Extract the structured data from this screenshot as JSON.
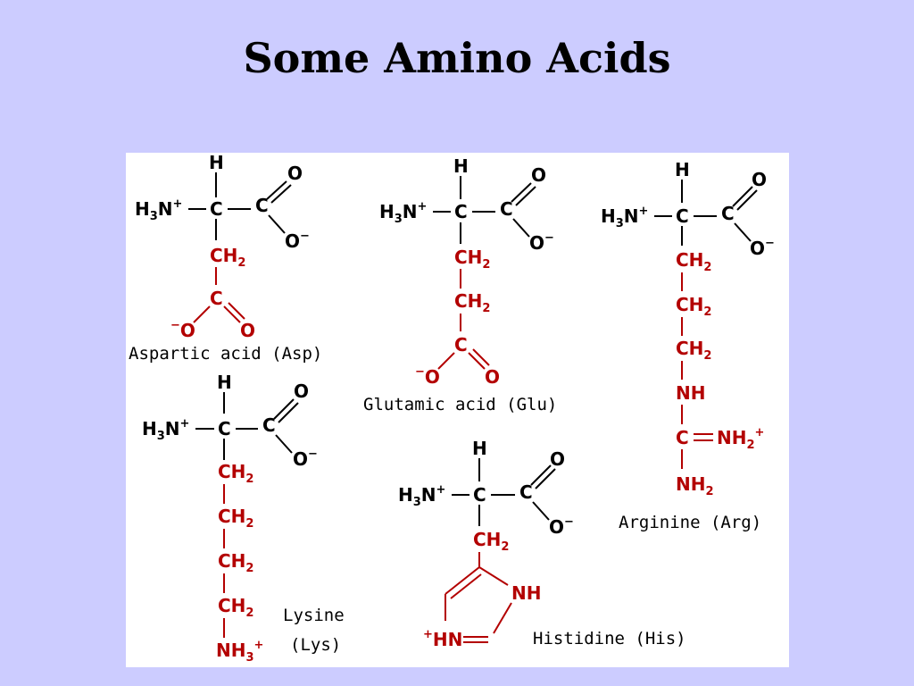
{
  "title": "Some Amino Acids",
  "labels": {
    "H": "H",
    "C": "C",
    "O": "O",
    "O_minus": "O",
    "minus": "−",
    "plus": "+",
    "H3N": "H",
    "sub3": "3",
    "N": "N",
    "CH": "CH",
    "sub2": "2",
    "NH": "NH",
    "HN": "HN"
  },
  "molecules": [
    {
      "id": "asp",
      "caption": "Aspartic acid (Asp)"
    },
    {
      "id": "glu",
      "caption": "Glutamic acid (Glu)"
    },
    {
      "id": "arg",
      "caption": "Arginine (Arg)"
    },
    {
      "id": "lys",
      "caption_line1": "Lysine",
      "caption_line2": "(Lys)"
    },
    {
      "id": "his",
      "caption": "Histidine (His)"
    }
  ],
  "colors": {
    "background": "#ccccff",
    "panel": "#ffffff",
    "side_chain": "#b30000",
    "backbone": "#000000"
  }
}
